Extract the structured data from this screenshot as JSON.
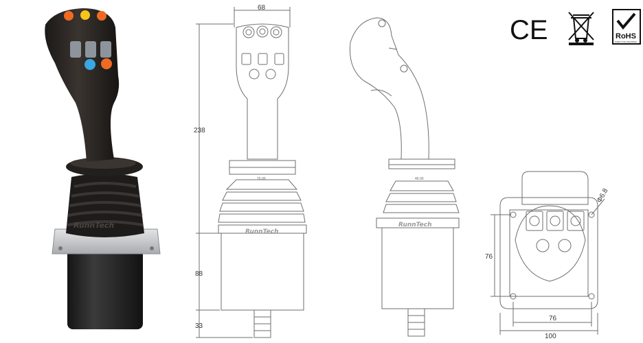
{
  "brand": "RunnTech",
  "dimensions": {
    "front_width": "68",
    "total_height": "238",
    "lower_height": "88",
    "shaft_height": "33",
    "mount_holes": "76",
    "flange_width": "100",
    "hole_diameter": "Φ6.8"
  },
  "small_labels": {
    "front": "75.00",
    "side": "46.00"
  },
  "certifications": {
    "ce": "CE",
    "rohs": "RoHS",
    "rohs_sub": "DIRECTIVE 2002/95/EC"
  },
  "colors": {
    "body": "#2b2623",
    "button_orange": "#f06a22",
    "button_yellow": "#f7c41a",
    "button_blue": "#3aa6e3",
    "button_gray": "#8d949c",
    "flange": "#c7c9cc",
    "line": "#6e6e6e"
  }
}
